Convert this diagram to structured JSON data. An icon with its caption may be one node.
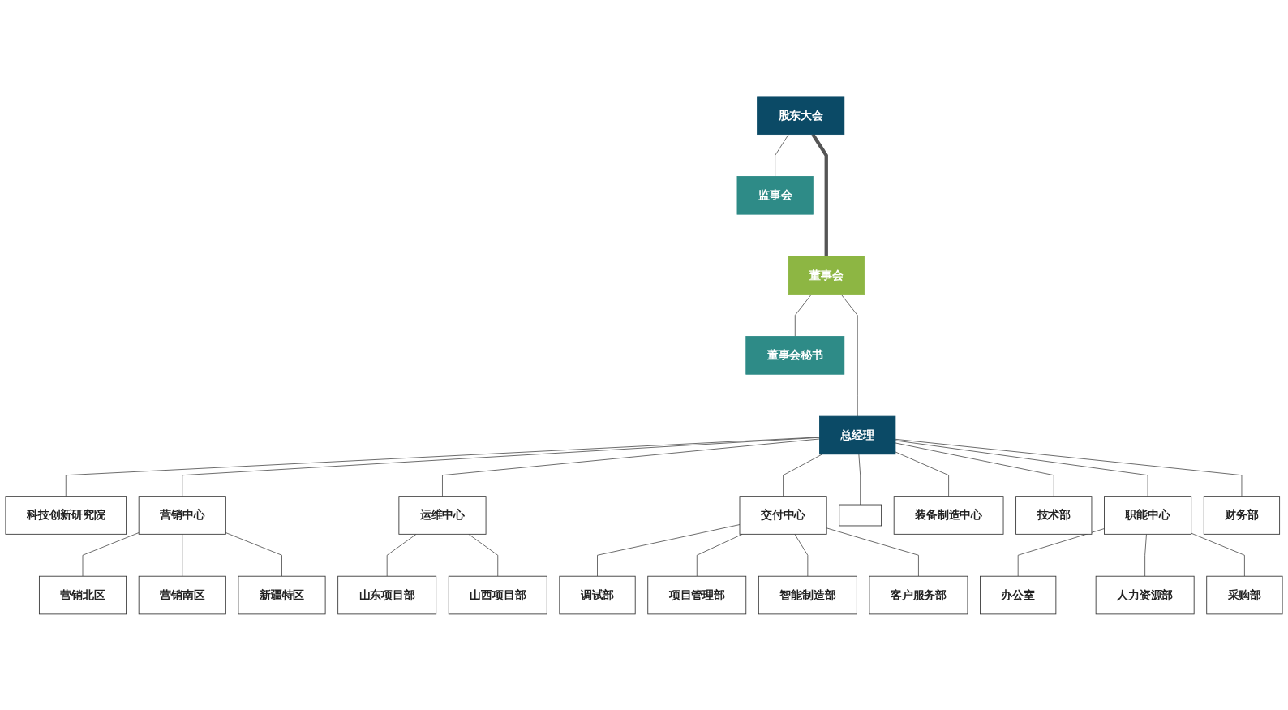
{
  "diagram": {
    "nodes": [
      {
        "text": [
          "股东大会"
        ]
      },
      {
        "text": [
          "监事会"
        ]
      },
      {
        "text": [
          "董事会"
        ]
      },
      {
        "text": [
          "董事会秘书"
        ]
      },
      {
        "text": [
          "总经理"
        ]
      },
      {
        "text": [
          "科技创新研究院"
        ]
      },
      {
        "text": [
          "营销中心"
        ]
      },
      {
        "text": [
          "营销北区"
        ]
      },
      {
        "text": [
          "营销南区"
        ]
      },
      {
        "text": [
          "新疆特区"
        ]
      },
      {
        "text": [
          "运维中心"
        ]
      },
      {
        "text": [
          "山东项目部"
        ]
      },
      {
        "text": [
          "山西项目部"
        ]
      },
      {
        "text": [
          "交付中心"
        ]
      },
      {
        "text": [
          "调试部"
        ]
      },
      {
        "text": [
          "项目管理部"
        ]
      },
      {
        "text": [
          "智能制造部"
        ]
      },
      {
        "text": [
          "客户服务部"
        ]
      },
      {
        "text": [],
        "shape": "box"
      },
      {
        "text": [
          "装备制造中心"
        ]
      },
      {
        "text": [
          "技术部"
        ]
      },
      {
        "text": [
          "职能中心"
        ]
      },
      {
        "text": [
          "办公室"
        ]
      },
      {
        "text": [
          "人力资源部"
        ]
      },
      {
        "text": [
          "采购部"
        ]
      },
      {
        "text": [
          "财务部"
        ]
      }
    ],
    "edges": [
      {
        "from": 0,
        "to": 2,
        "arrow": "none",
        "style": "thick"
      },
      {
        "from": 0,
        "to": 1,
        "arrow": "none"
      },
      {
        "from": 2,
        "to": 4,
        "arrow": "none"
      },
      {
        "from": 2,
        "to": 3,
        "arrow": "none"
      },
      {
        "from": 4,
        "to": 5,
        "arrow": "none"
      },
      {
        "from": 4,
        "to": 6,
        "arrow": "none"
      },
      {
        "from": 4,
        "to": 10,
        "arrow": "none"
      },
      {
        "from": 4,
        "to": 13,
        "arrow": "none"
      },
      {
        "from": 4,
        "to": 18,
        "arrow": "none"
      },
      {
        "from": 4,
        "to": 19,
        "arrow": "none"
      },
      {
        "from": 4,
        "to": 20,
        "arrow": "none"
      },
      {
        "from": 4,
        "to": 21,
        "arrow": "none"
      },
      {
        "from": 4,
        "to": 25,
        "arrow": "none"
      },
      {
        "from": 6,
        "to": 7,
        "arrow": "none"
      },
      {
        "from": 6,
        "to": 8,
        "arrow": "none"
      },
      {
        "from": 6,
        "to": 9,
        "arrow": "none"
      },
      {
        "from": 10,
        "to": 11,
        "arrow": "none"
      },
      {
        "from": 10,
        "to": 12,
        "arrow": "none"
      },
      {
        "from": 13,
        "to": 14,
        "arrow": "none"
      },
      {
        "from": 13,
        "to": 15,
        "arrow": "none"
      },
      {
        "from": 13,
        "to": 16,
        "arrow": "none"
      },
      {
        "from": 13,
        "to": 17,
        "arrow": "none"
      },
      {
        "from": 21,
        "to": 22,
        "arrow": "none"
      },
      {
        "from": 21,
        "to": 23,
        "arrow": "none"
      },
      {
        "from": 21,
        "to": 24,
        "arrow": "none"
      }
    ]
  }
}
